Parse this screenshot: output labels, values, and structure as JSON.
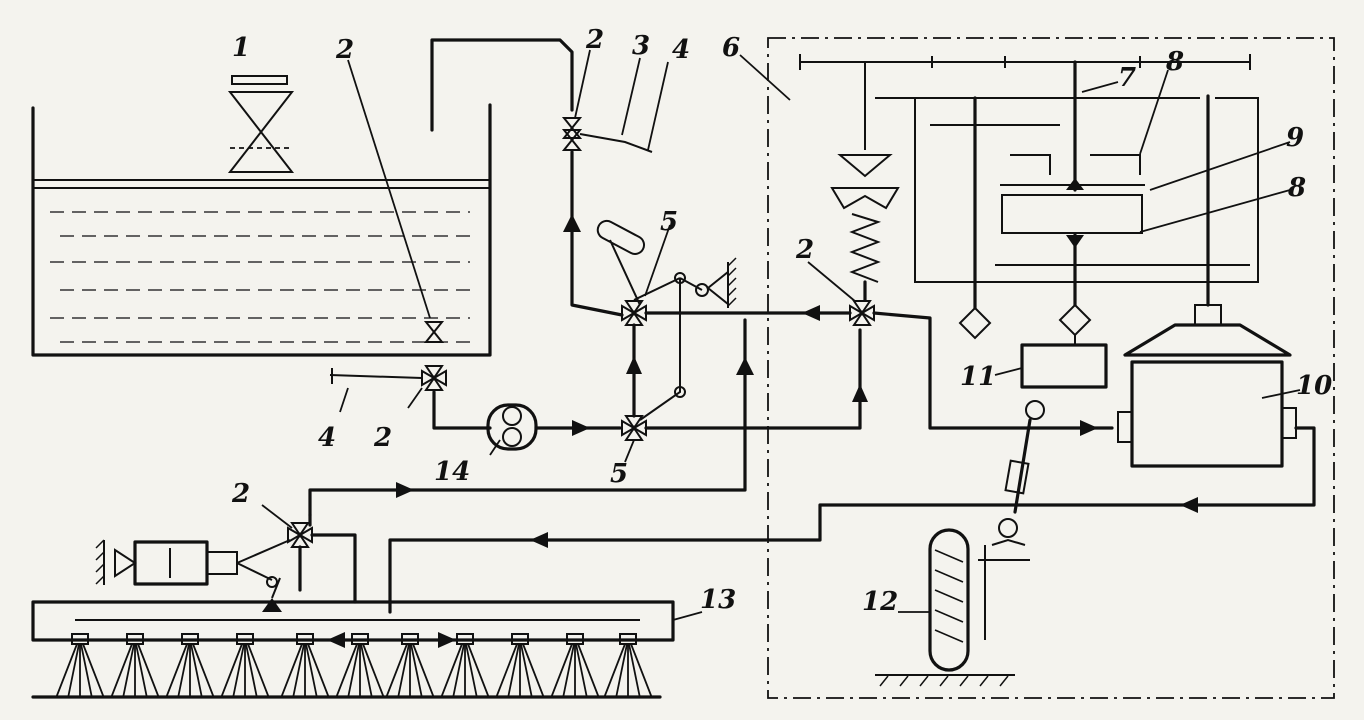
{
  "labels": {
    "l1": "1",
    "l2a": "2",
    "l2b": "2",
    "l2c": "2",
    "l2d": "2",
    "l2e": "2",
    "l3": "3",
    "l4a": "4",
    "l4b": "4",
    "l5a": "5",
    "l5b": "5",
    "l6": "6",
    "l7": "7",
    "l8a": "8",
    "l8b": "8",
    "l9": "9",
    "l10": "10",
    "l11": "11",
    "l12": "12",
    "l13": "13",
    "l14": "14"
  }
}
